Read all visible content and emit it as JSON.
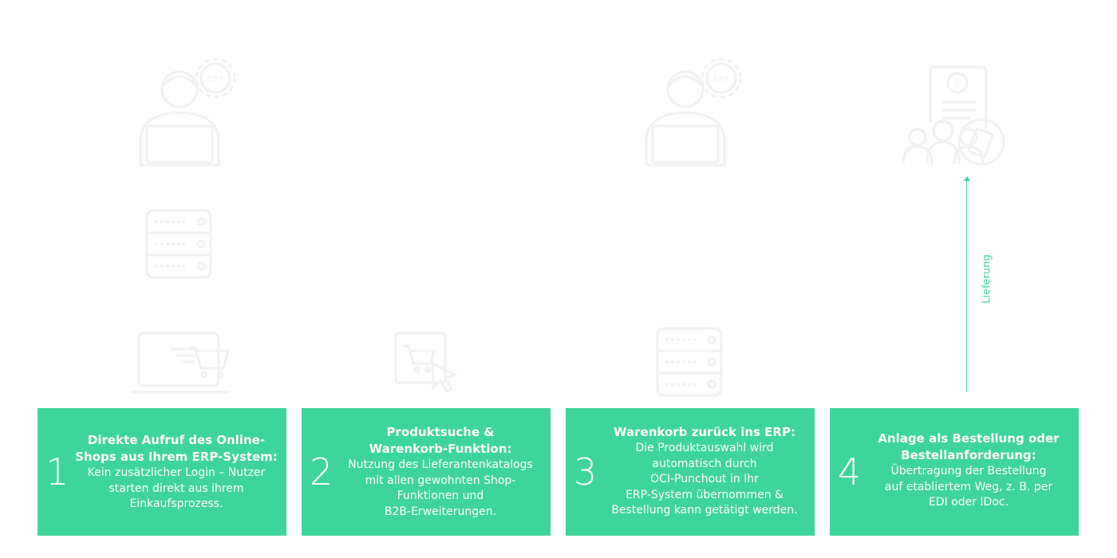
{
  "accent_color": "#3ed59d",
  "icon_color": "#f2f2f2",
  "icons": [
    {
      "name": "user-erp-icon",
      "erp_label": "ERP"
    },
    {
      "name": "server-icon"
    },
    {
      "name": "laptop-cart-icon"
    },
    {
      "name": "cart-cursor-icon"
    },
    {
      "name": "user-erp-icon",
      "erp_label": "ERP"
    },
    {
      "name": "server-icon"
    },
    {
      "name": "invoice-people-icon",
      "currency_symbol": "$"
    }
  ],
  "delivery_label": "Lieferung",
  "steps": [
    {
      "number": "1",
      "title": "Direkte Aufruf des Online-\nShops aus Ihrem ERP-System:",
      "body": "Kein zusätzlicher Login – Nutzer\nstarten direkt aus ihrem\nEinkaufsprozess."
    },
    {
      "number": "2",
      "title": "Produktsuche &\nWarenkorb-Funktion:",
      "body": "Nutzung des Lieferantenkatalogs\nmit allen gewohnten Shop-\nFunktionen und\nB2B-Erweiterungen."
    },
    {
      "number": "3",
      "title": "Warenkorb zurück ins ERP:",
      "body": "Die Produktauswahl wird\nautomatisch durch\nOCI-Punchout in Ihr\nERP-System  übernommen &\nBestellung kann getätigt werden."
    },
    {
      "number": "4",
      "title": "Anlage als Bestellung oder\nBestellanforderung:",
      "body": "Übertragung der Bestellung\nauf etabliertem Weg, z. B. per\nEDI oder IDoc."
    }
  ]
}
